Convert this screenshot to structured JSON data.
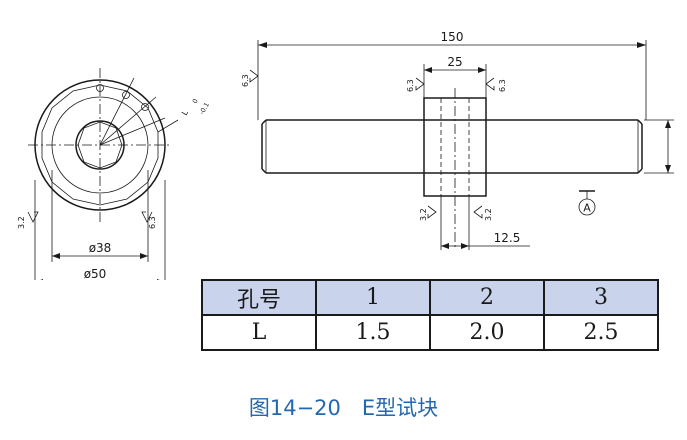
{
  "left_view": {
    "dim_d38": "ø38",
    "dim_d50": "ø50",
    "roughness_left": "3.2",
    "roughness_right": "6.3",
    "tol_upper": "0",
    "tol_lower": "-0.1",
    "tol_letter": "L"
  },
  "front_view": {
    "dim_150": "150",
    "dim_25": "25",
    "dim_12_5": "12.5",
    "roughness_left_end": "6.3",
    "roughness_top_left": "6.3",
    "roughness_top_right": "6.3",
    "roughness_bot_left": "3.2",
    "roughness_bot_right": "3.2",
    "datum": "A"
  },
  "table": {
    "header": [
      "孔号",
      "1",
      "2",
      "3"
    ],
    "row": [
      "L",
      "1.5",
      "2.0",
      "2.5"
    ]
  },
  "caption": "图14−20　E型试块"
}
